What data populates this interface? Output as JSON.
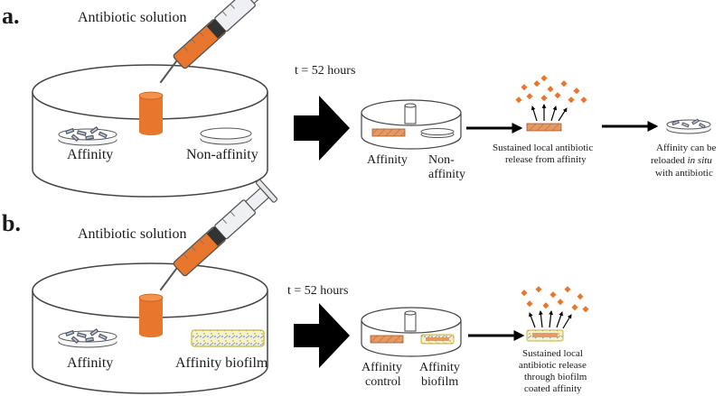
{
  "panel_a": {
    "label": "a.",
    "syringe_label": "Antibiotic solution",
    "time_label": "t = 52 hours",
    "dish_left_label": "Affinity",
    "dish_right_label": "Non-affinity",
    "small_dish_left_label": "Affinity",
    "small_dish_right_label_1": "Non-",
    "small_dish_right_label_2": "affinity",
    "release_line_1": "Sustained local antibiotic",
    "release_line_2": "release from affinity",
    "reload_line_1": "Affinity can be",
    "reload_line_2_prefix": "reloaded ",
    "reload_line_2_italic": "in situ",
    "reload_line_3": "with antibiotic"
  },
  "panel_b": {
    "label": "b.",
    "syringe_label": "Antibiotic solution",
    "time_label": "t = 52 hours",
    "dish_left_label": "Affinity",
    "dish_right_label": "Affinity biofilm",
    "small_dish_left_label_1": "Affinity",
    "small_dish_left_label_2": "control",
    "small_dish_right_label_1": "Affinity",
    "small_dish_right_label_2": "biofilm",
    "release_line_1": "Sustained local",
    "release_line_2": "antibiotic release",
    "release_line_3": "through biofilm",
    "release_line_4": "coated affinity"
  },
  "colors": {
    "antibiotic_orange": "#e8762c",
    "disc_orange": "#e49a63",
    "arrow_black": "#000000",
    "biofilm_yellow": "#e8cf3a",
    "polymer_blue": "#9db4c9"
  }
}
